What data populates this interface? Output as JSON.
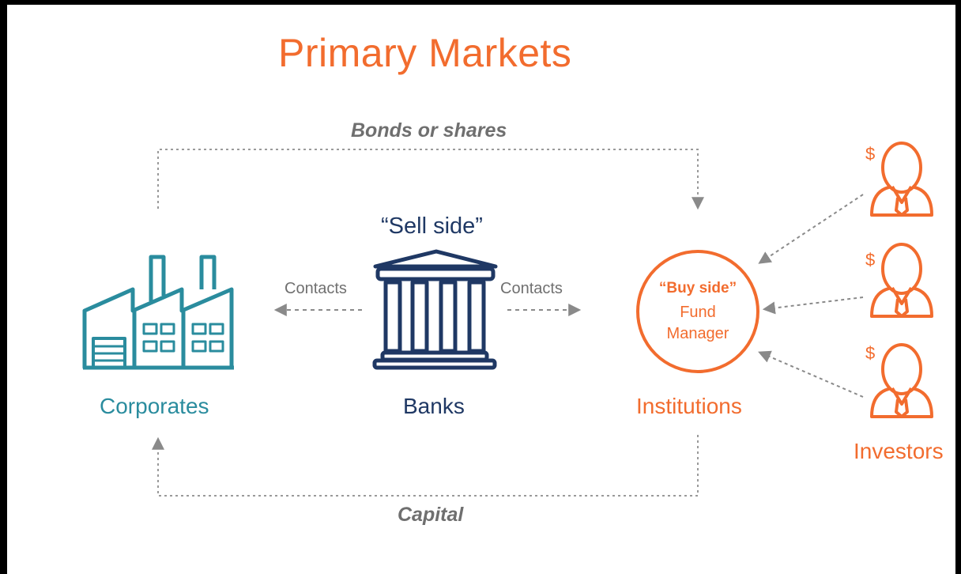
{
  "title": "Primary Markets",
  "flows": {
    "top": "Bonds or shares",
    "bottom": "Capital",
    "contacts_left": "Contacts",
    "contacts_right": "Contacts"
  },
  "sell_side": "“Sell side”",
  "entities": {
    "corporates": "Corporates",
    "banks": "Banks",
    "institutions": "Institutions",
    "investors": "Investors"
  },
  "buy_side": {
    "title": "“Buy side”",
    "line1": "Fund",
    "line2": "Manager"
  },
  "currency_symbol": "$",
  "colors": {
    "accent_orange": "#f26c2e",
    "corporates_teal": "#2a8c9e",
    "banks_navy": "#1f3864",
    "arrow_gray": "#8a8a8a"
  },
  "icons": {
    "corporates": "factory-icon",
    "banks": "bank-building-icon",
    "investors": "person-icon"
  }
}
